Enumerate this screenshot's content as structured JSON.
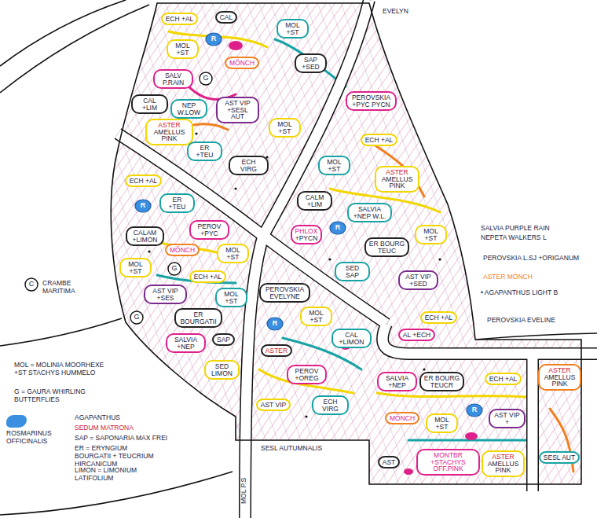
{
  "diagram": {
    "nodes": [
      {
        "text": [
          "ECH +AL"
        ]
      },
      {
        "text": [
          "CAL"
        ]
      },
      {
        "text": [
          "MOL +ST"
        ]
      },
      {
        "text": [
          "R"
        ]
      },
      {
        "text": [
          "MÖNCH"
        ]
      },
      {
        "text": [
          "MOL +ST"
        ]
      },
      {
        "text": [
          "SALV P.RAIN"
        ]
      },
      {
        "text": [
          "SAP +SED"
        ]
      },
      {
        "text": [
          "G"
        ]
      },
      {
        "text": [
          "CAL +LIM"
        ]
      },
      {
        "text": [
          "NEP W.LOW"
        ]
      },
      {
        "text": [
          "AST VIP +SESL AUT"
        ]
      },
      {
        "text": [
          "PEROVSKIA +PYC PYCN"
        ]
      },
      {
        "text": [
          "MOL +ST"
        ]
      },
      {
        "text": [
          "ASTER",
          "AMELLUS PINK"
        ]
      },
      {
        "text": [
          "ER +TEU"
        ]
      },
      {
        "text": [
          "ECH VIRG"
        ]
      },
      {
        "text": [
          "ECH +AL"
        ]
      },
      {
        "text": [
          "MOL +ST"
        ]
      },
      {
        "text": [
          "ASTER",
          "AMELLUS PINK"
        ]
      },
      {
        "text": [
          "CALM +LIM"
        ]
      },
      {
        "text": [
          "SALVIA +NEP W.L."
        ]
      },
      {
        "text": [
          "R"
        ]
      },
      {
        "text": [
          "MOL +ST"
        ]
      },
      {
        "text": [
          "ER BOURG TEUC"
        ]
      },
      {
        "text": [
          "PHLOX",
          "+PYCN"
        ]
      },
      {
        "text": [
          "SED SAP"
        ]
      },
      {
        "text": [
          "AST VIP +SED"
        ]
      },
      {
        "text": [
          "ECH +AL"
        ]
      },
      {
        "text": [
          "PEROVSKIA EVELYNE"
        ]
      },
      {
        "text": [
          "R"
        ]
      },
      {
        "text": [
          "MOL +ST"
        ]
      },
      {
        "text": [
          "CAL +LIMON"
        ]
      },
      {
        "text": [
          "AL +ECH"
        ]
      },
      {
        "text": [
          "ASTER"
        ]
      },
      {
        "text": [
          "PEROV +OREG"
        ]
      },
      {
        "text": [
          "AST VIP"
        ]
      },
      {
        "text": [
          "ECH VIRG"
        ]
      },
      {
        "text": [
          "ECH +AL"
        ]
      },
      {
        "text": [
          "ER +TEU"
        ]
      },
      {
        "text": [
          "R"
        ]
      },
      {
        "text": [
          "PEROV +PYC"
        ]
      },
      {
        "text": [
          "CALAM +LIMON"
        ]
      },
      {
        "text": [
          "MÖNCH"
        ]
      },
      {
        "text": [
          "G"
        ]
      },
      {
        "text": [
          "MOL +ST"
        ]
      },
      {
        "text": [
          "MOL +ST"
        ]
      },
      {
        "text": [
          "AST VIP +SES"
        ]
      },
      {
        "text": [
          "ECH +AL"
        ]
      },
      {
        "text": [
          "G"
        ]
      },
      {
        "text": [
          "ER BOURGATII"
        ]
      },
      {
        "text": [
          "MOL +ST"
        ]
      },
      {
        "text": [
          "SALVIA +NEP"
        ]
      },
      {
        "text": [
          "SAP"
        ]
      },
      {
        "text": [
          "SED LIMON"
        ]
      },
      {
        "text": [
          "SALVIA +NEP"
        ]
      },
      {
        "text": [
          "ER BOURG TEUCR"
        ]
      },
      {
        "text": [
          "ECH +AL"
        ]
      },
      {
        "text": [
          "MÖNCH"
        ]
      },
      {
        "text": [
          "MOL +ST"
        ]
      },
      {
        "text": [
          "R"
        ]
      },
      {
        "text": [
          "AST VIP +"
        ]
      },
      {
        "text": [
          "AST"
        ]
      },
      {
        "text": [
          "MONTBR +STACHYS OFF.PINK"
        ]
      },
      {
        "text": [
          "ASTER",
          "AMELLUS PINK"
        ]
      },
      {
        "text": [
          "ASTER",
          "AMELLUS PINK"
        ]
      },
      {
        "text": [
          "SESL AUT"
        ]
      },
      {
        "text": [
          "C"
        ]
      }
    ],
    "labels": [
      "EVELYN",
      "CRAMBE MARITIMA",
      "SALVIA PURPLE RAIN",
      "NEPETA WALKERS L",
      "PEROVSKIA L.SJ +ORIGANUM",
      "ASTER MÖNCH",
      "• AGAPANTHUS LIGHT B",
      "PEROVSKIA EVELINE",
      "MOL P.S",
      "SESL AUTUMNALIS",
      "MOL = MOLINIA MOORHEXE +ST STACHYS HUMMELO",
      "G = GAURA WHIRLING BUTTERFLIES",
      "AGAPANTHUS",
      "SEDUM MATRONA",
      "SAP = SAPONARIA MAX FREI",
      "ER = ERYNGIUM BOURGATII + TEUCRIUM HIRCANICUM",
      "LIMON = LIMONIUM LATIFOLIUM"
    ],
    "legend": [
      {
        "text": "ROSMARINUS OFFICINALIS",
        "color": "#3b8fe0"
      }
    ]
  }
}
